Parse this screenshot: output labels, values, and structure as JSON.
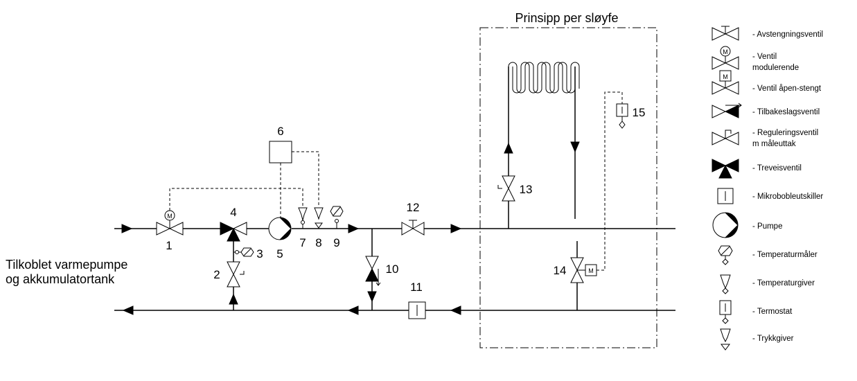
{
  "diagram": {
    "title": "Prinsipp per sløyfe",
    "side_label": [
      "Tilkoblet varmepumpe",
      "og akkumulatortank"
    ],
    "components": [
      "1",
      "2",
      "3",
      "4",
      "5",
      "6",
      "7",
      "8",
      "9",
      "10",
      "11",
      "12",
      "13",
      "14",
      "15"
    ]
  },
  "legend": [
    {
      "icon": "shutoff-valve-icon",
      "lines": [
        "- Avstengningsventil"
      ]
    },
    {
      "icon": "modulating-valve-icon",
      "lines": [
        "- Ventil",
        "modulerende"
      ]
    },
    {
      "icon": "on-off-valve-icon",
      "lines": [
        "- Ventil åpen-stengt"
      ]
    },
    {
      "icon": "check-valve-icon",
      "lines": [
        "- Tilbakeslagsventil"
      ]
    },
    {
      "icon": "balancing-valve-icon",
      "lines": [
        "- Reguleringsventil",
        "m måleuttak"
      ]
    },
    {
      "icon": "three-way-valve-icon",
      "lines": [
        "- Treveisventil"
      ]
    },
    {
      "icon": "microbubble-separator-icon",
      "lines": [
        "- Mikrobobleutskiller"
      ]
    },
    {
      "icon": "pump-icon",
      "lines": [
        "- Pumpe"
      ]
    },
    {
      "icon": "temperature-gauge-icon",
      "lines": [
        "- Temperaturmåler"
      ]
    },
    {
      "icon": "temperature-sensor-icon",
      "lines": [
        "- Temperaturgiver"
      ]
    },
    {
      "icon": "thermostat-icon",
      "lines": [
        "- Termostat"
      ]
    },
    {
      "icon": "pressure-sensor-icon",
      "lines": [
        "- Trykkgiver"
      ]
    }
  ]
}
